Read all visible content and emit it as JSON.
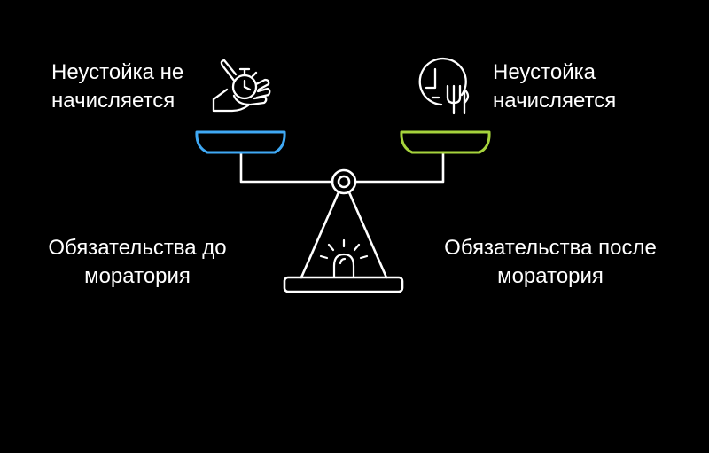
{
  "labels": {
    "left_top_line1": "Неустойка не",
    "left_top_line2": "начисляется",
    "right_top_line1": "Неустойка",
    "right_top_line2": "начисляется",
    "left_bottom_line1": "Обязательства до",
    "left_bottom_line2": "моратория",
    "right_bottom_line1": "Обязательства после",
    "right_bottom_line2": "моратория"
  },
  "icons": {
    "left": "fist-stopwatch-icon",
    "right": "clock-fork-icon",
    "base": "alarm-light-icon"
  },
  "colors": {
    "background": "#000000",
    "line": "#ffffff",
    "left_pan": "#3fa9f5",
    "right_pan": "#a6d33c"
  }
}
